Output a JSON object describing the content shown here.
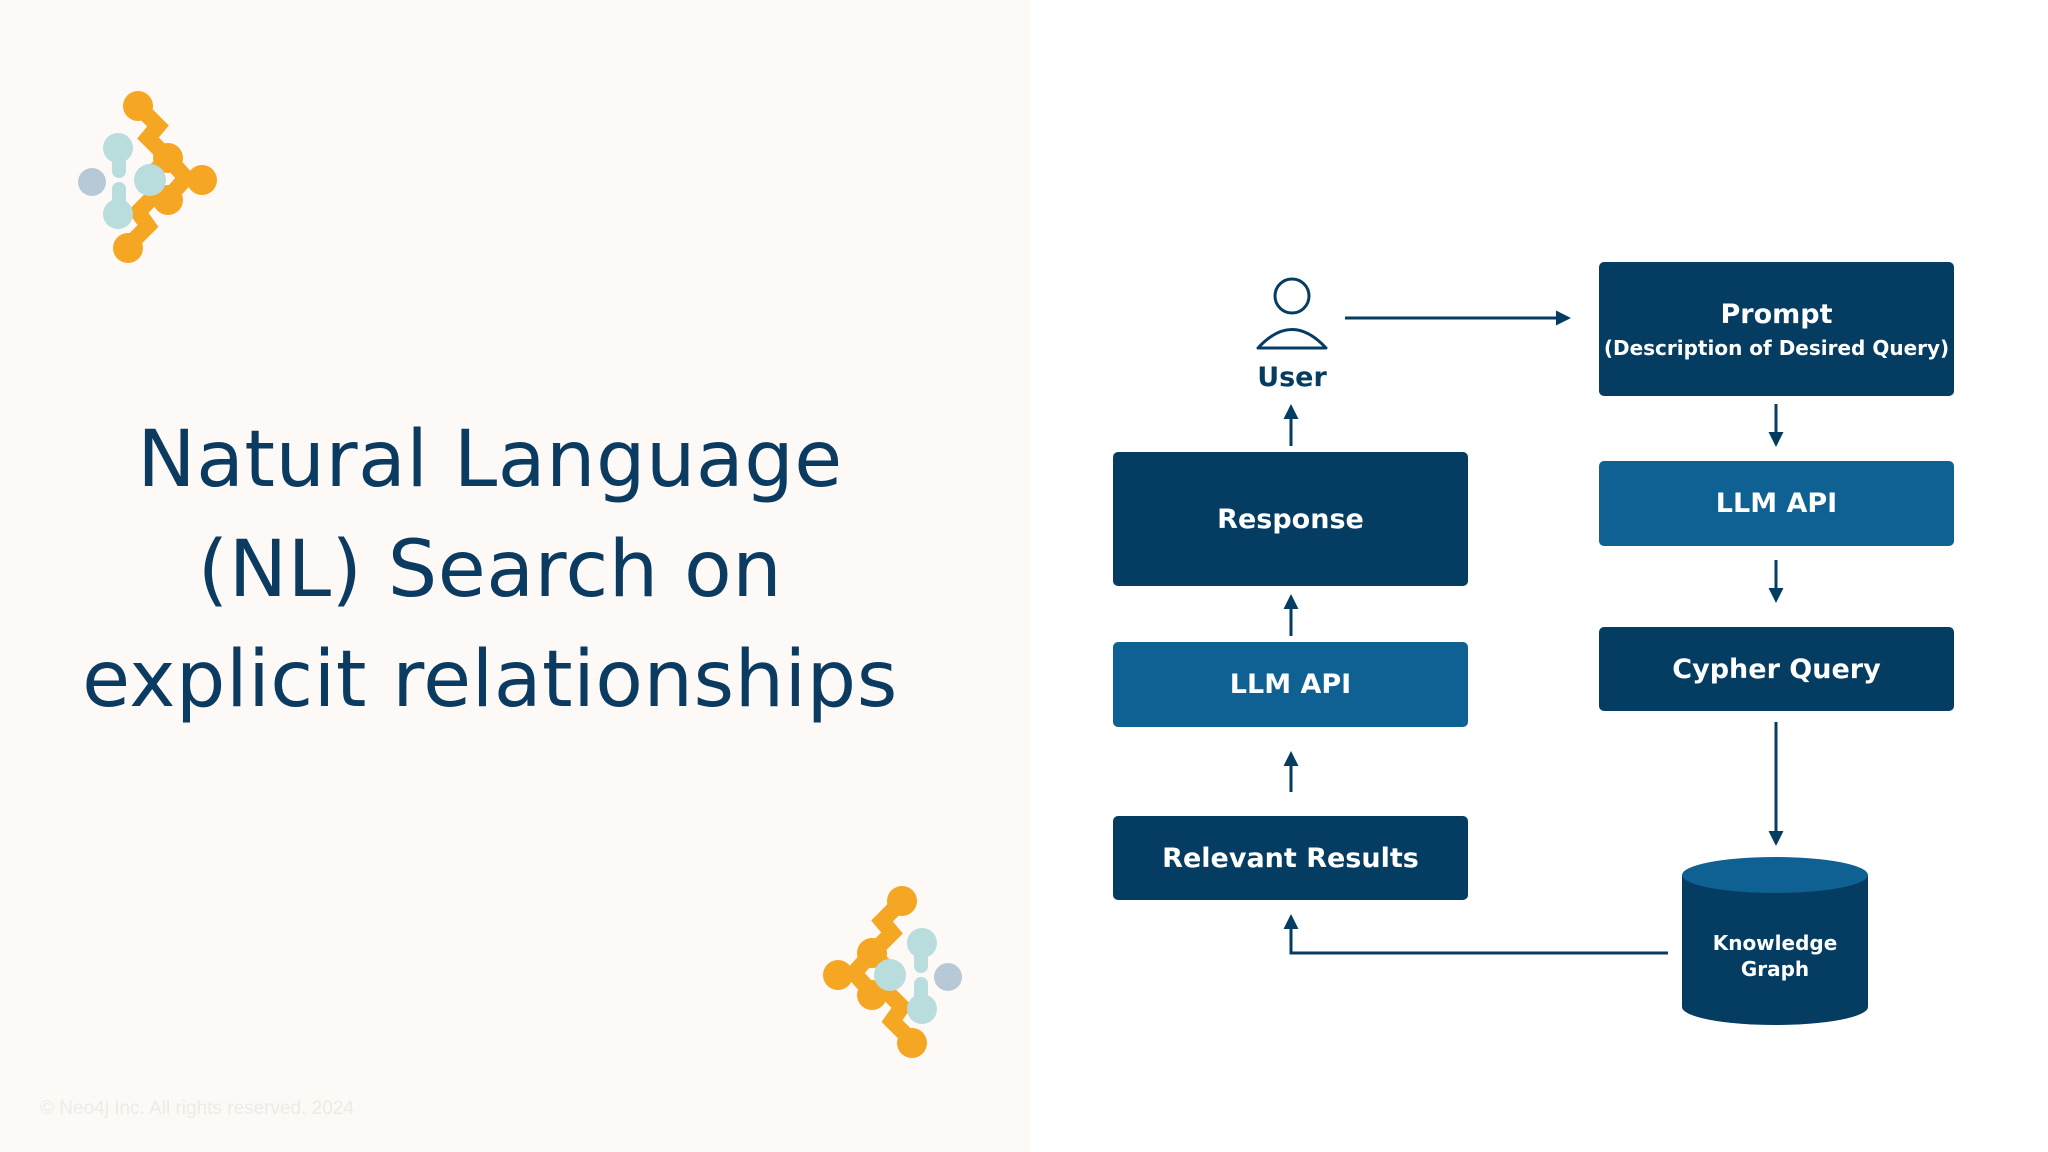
{
  "slide": {
    "title_lines": [
      "Natural Language",
      "(NL) Search on",
      "explicit relationships"
    ],
    "footer": "© Neo4j Inc. All rights reserved. 2024"
  },
  "diagram": {
    "user_label": "User",
    "prompt_title": "Prompt",
    "prompt_sub": "(Description of Desired Query)",
    "llm_api_right": "LLM API",
    "cypher_query": "Cypher Query",
    "knowledge_graph": "Knowledge Graph",
    "response": "Response",
    "llm_api_left": "LLM API",
    "relevant_results": "Relevant Results"
  },
  "colors": {
    "dark_box": "#053c62",
    "mid_box": "#0e6192",
    "title": "#0b3b60",
    "logo_orange": "#f5a623",
    "logo_teal": "#b9dcdc",
    "logo_gray": "#b7c8d6"
  },
  "icons": [
    "neo4j-logo-icon",
    "user-icon",
    "database-icon"
  ]
}
